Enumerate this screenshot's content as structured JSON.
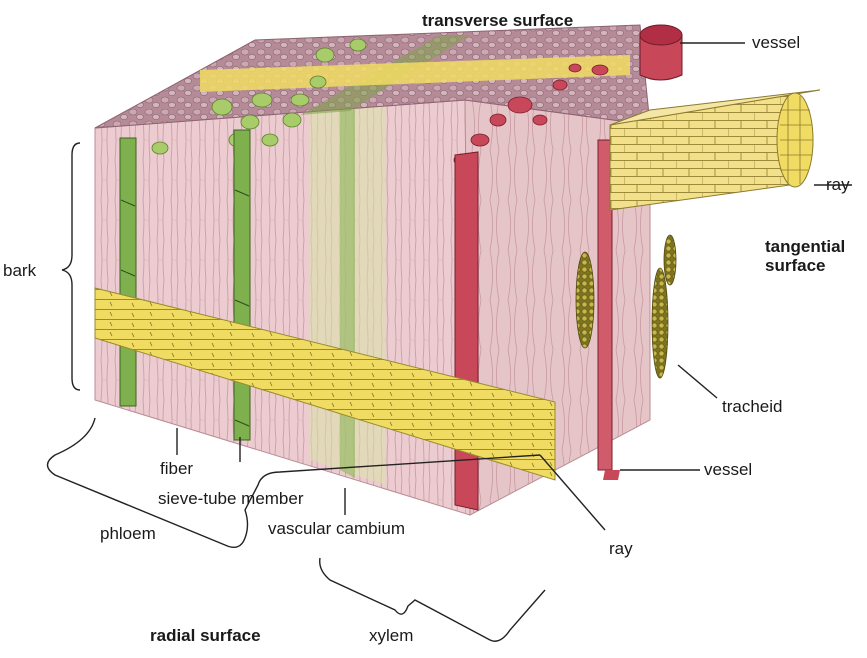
{
  "diagram": {
    "labels": {
      "transverse_surface": "transverse surface",
      "vessel_top": "vessel",
      "ray_right": "ray",
      "tangential_surface": "tangential\nsurface",
      "bark": "bark",
      "tracheid": "tracheid",
      "vessel_bottom": "vessel",
      "fiber": "fiber",
      "sieve_tube_member": "sieve-tube member",
      "phloem": "phloem",
      "vascular_cambium": "vascular cambium",
      "ray_bottom": "ray",
      "radial_surface": "radial surface",
      "xylem": "xylem"
    },
    "colors": {
      "xylem_pink": "#e9c3c6",
      "vessel_red": "#c8485a",
      "ray_yellow": "#f1dc63",
      "phloem_green": "#7fb04e",
      "cell_green": "#a9cc6a",
      "top_purple": "#b58b98"
    }
  }
}
